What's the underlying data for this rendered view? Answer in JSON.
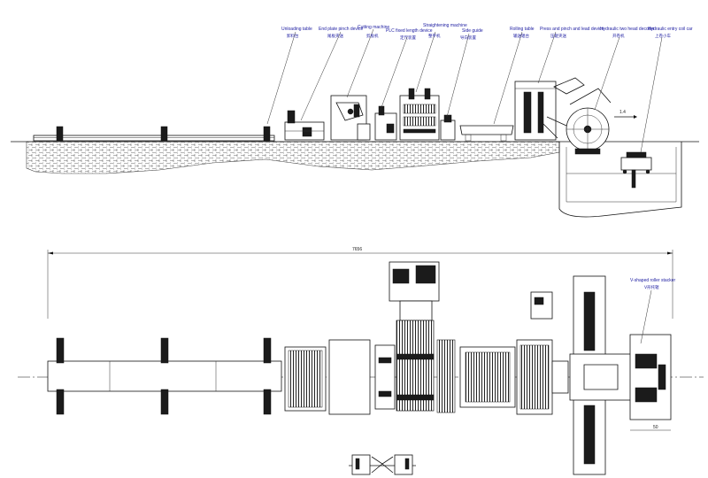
{
  "elevation_labels": [
    {
      "id": "unloading-table",
      "en": "Unloading table",
      "cn": "卸料台"
    },
    {
      "id": "end-plate-pinch",
      "en": "End plate pinch device",
      "cn": "尾板夹送"
    },
    {
      "id": "cutting-machine",
      "en": "Cutting machine",
      "cn": "剪板机"
    },
    {
      "id": "plc-fixed-length",
      "en": "PLC fixed length device",
      "cn": "定尺装置"
    },
    {
      "id": "straightening-machine",
      "en": "Straightening machine",
      "cn": "整平机"
    },
    {
      "id": "side-guide",
      "en": "Side guide",
      "cn": "导向装置"
    },
    {
      "id": "rolling-table",
      "en": "Rolling table",
      "cn": "输送辊台"
    },
    {
      "id": "press-pinch-lead",
      "en": "Press and pinch and lead device",
      "cn": "压辊夹送"
    },
    {
      "id": "hydraulic-decoiler",
      "en": "Hydraulic two head decoiler",
      "cn": "开卷机"
    },
    {
      "id": "hydraulic-coil-car",
      "en": "Hydraulic entry coil car",
      "cn": "上卷小车"
    }
  ],
  "plan_labels": [
    {
      "id": "v-support-stacker",
      "en": "V-shaped roller stacker",
      "cn": "V形托辊"
    }
  ],
  "dimensions": {
    "overall_length": "7656",
    "small_dim": "50",
    "coil_dim": "1.4"
  }
}
